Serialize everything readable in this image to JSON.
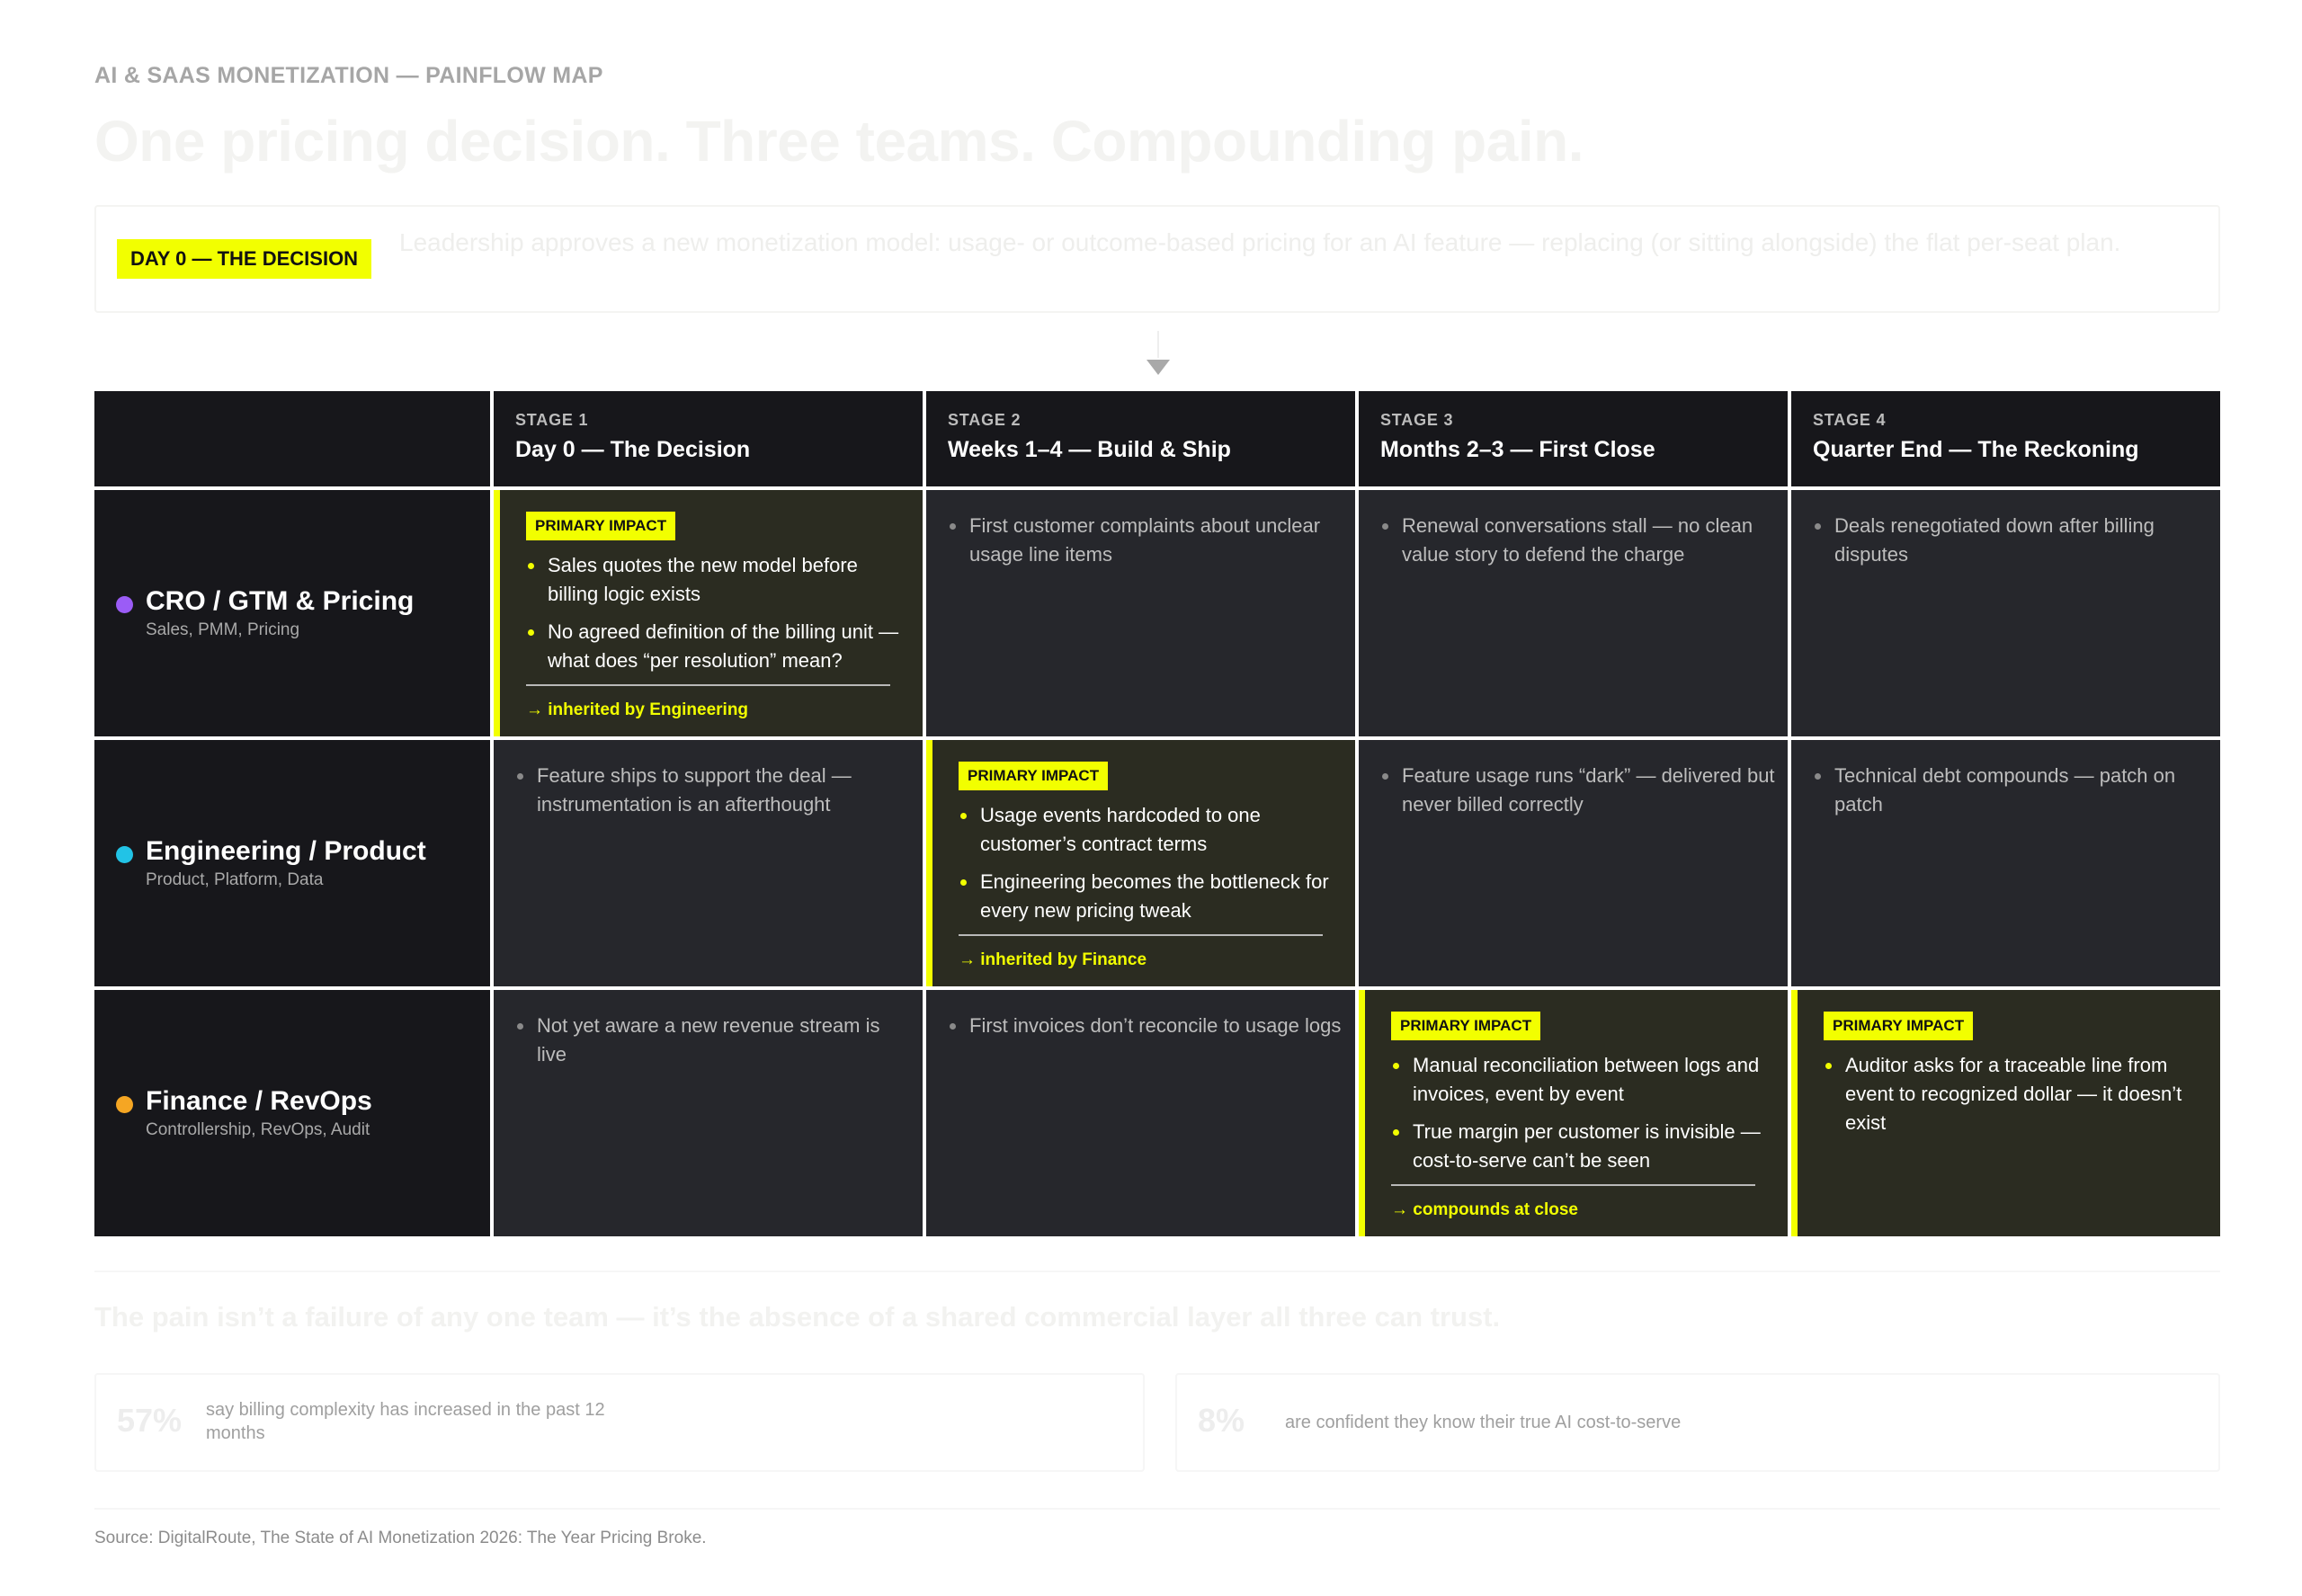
{
  "header": {
    "eyebrow": "AI & SAAS MONETIZATION — PAINFLOW MAP",
    "title": "One pricing decision. Three teams. Compounding pain."
  },
  "decision": {
    "badge": "DAY 0 — THE DECISION",
    "text": "Leadership approves a new monetization model: usage- or outcome-based pricing for an AI feature — replacing (or sitting alongside) the flat per-seat plan."
  },
  "stages": [
    {
      "label": "STAGE 1",
      "title": "Day 0 — The Decision"
    },
    {
      "label": "STAGE 2",
      "title": "Weeks 1–4 — Build & Ship"
    },
    {
      "label": "STAGE 3",
      "title": "Months 2–3 — First Close"
    },
    {
      "label": "STAGE 4",
      "title": "Quarter End — The Reckoning"
    }
  ],
  "teams": [
    {
      "name": "CRO / GTM & Pricing",
      "sub": "Sales, PMM, Pricing",
      "color": "#9b5cf6"
    },
    {
      "name": "Engineering / Product",
      "sub": "Product, Platform, Data",
      "color": "#22c3e6"
    },
    {
      "name": "Finance / RevOps",
      "sub": "Controllership, RevOps, Audit",
      "color": "#f5a623"
    }
  ],
  "primary_badge": "PRIMARY IMPACT",
  "cells": {
    "cro": {
      "s1": {
        "items": [
          "Sales quotes the new model before billing logic exists",
          "No agreed definition of the billing unit — what does “per resolution” mean?"
        ],
        "footer": "→ inherited by Engineering"
      },
      "s2": [
        "First customer complaints about unclear usage line items"
      ],
      "s3": [
        "Renewal conversations stall — no clean value story to defend the charge"
      ],
      "s4": [
        "Deals renegotiated down after billing disputes"
      ]
    },
    "eng": {
      "s1": [
        "Feature ships to support the deal — instrumentation is an afterthought"
      ],
      "s2": {
        "items": [
          "Usage events hardcoded to one customer’s contract terms",
          "Engineering becomes the bottleneck for every new pricing tweak"
        ],
        "footer": "→ inherited by Finance"
      },
      "s3": [
        "Feature usage runs “dark” — delivered but never billed correctly"
      ],
      "s4": [
        "Technical debt compounds — patch on patch"
      ]
    },
    "fin": {
      "s1": [
        "Not yet aware a new revenue stream is live"
      ],
      "s2": [
        "First invoices don’t reconcile to usage logs"
      ],
      "s3": {
        "items": [
          "Manual reconciliation between logs and invoices, event by event",
          "True margin per customer is invisible — cost-to-serve can’t be seen"
        ],
        "footer": "→ compounds at close"
      },
      "s4": {
        "items": [
          "Auditor asks for a traceable line from event to recognized dollar — it doesn’t exist"
        ]
      }
    }
  },
  "takeaway": "The pain isn’t a failure of any one team — it’s the absence of a shared commercial layer all three can trust.",
  "stats": [
    {
      "value": "57%",
      "text": "say billing complexity has increased in the past 12 months"
    },
    {
      "value": "8%",
      "text": "are confident they know their true AI cost-to-serve"
    }
  ],
  "source": "Source: DigitalRoute, The State of AI Monetization 2026: The Year Pricing Broke."
}
